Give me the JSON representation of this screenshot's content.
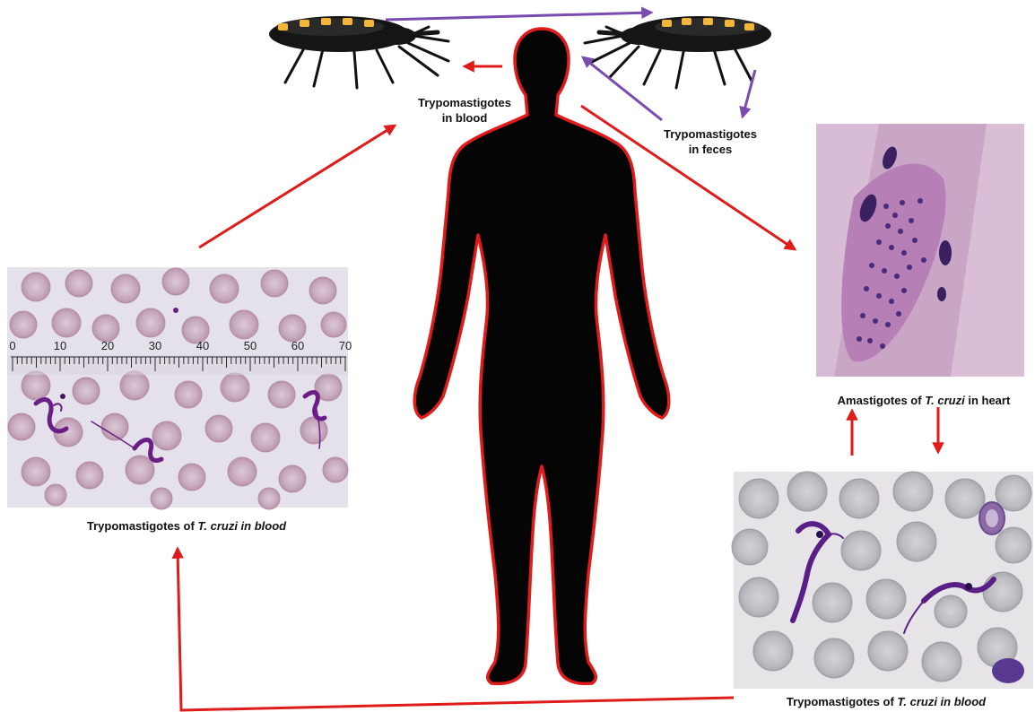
{
  "labels": {
    "blood_top_line1": "Trypomastigotes",
    "blood_top_line2": "in blood",
    "feces_line1": "Trypomastigotes",
    "feces_line2": "in feces",
    "heart_prefix": "Amastigotes of ",
    "heart_italic": "T. cruzi",
    "heart_suffix": " in heart",
    "left_prefix": "Trypomastigotes of ",
    "left_italic": "T. cruzi in blood",
    "right_prefix": "Trypomastigotes of ",
    "right_italic": "T. cruzi in blood"
  },
  "ruler_ticks": [
    "0",
    "10",
    "20",
    "30",
    "40",
    "50",
    "60",
    "70"
  ],
  "colors": {
    "cycle_arrow": "#e01b1b",
    "vector_arrow": "#7a4bb0",
    "silhouette": "#050505",
    "silhouette_glow": "#e01b1b",
    "stain_background": "#e3e0ea",
    "rbc": "#cdb6c6",
    "parasite": "#6a1f86"
  }
}
